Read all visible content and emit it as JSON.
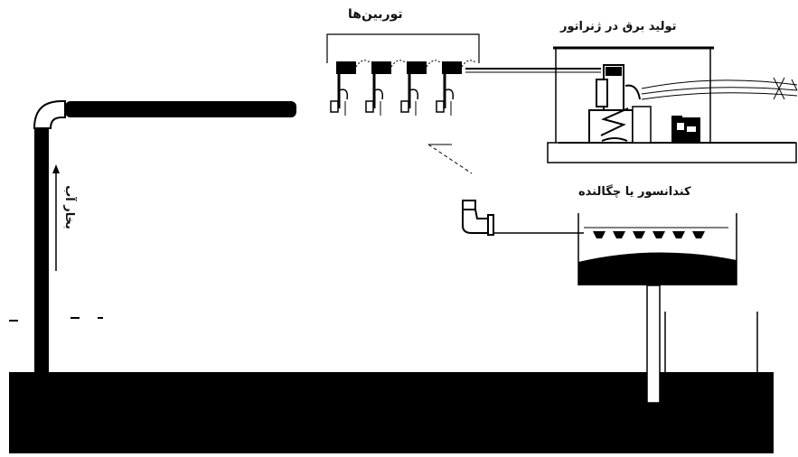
{
  "labels": {
    "turbines": "توربین‌ها",
    "generator": "تولید برق در ژنراتور",
    "condenser": "کندانسور یا چگالنده",
    "steam": "بخار آب"
  },
  "colors": {
    "ink": "#000000",
    "background": "#ffffff"
  },
  "components": {
    "turbine_count": 4,
    "condenser_nozzle_count": 6,
    "icons": [
      "turbine-icon",
      "generator-icon",
      "transformer-icon",
      "power-line-icon",
      "pipe-elbow-icon"
    ]
  }
}
